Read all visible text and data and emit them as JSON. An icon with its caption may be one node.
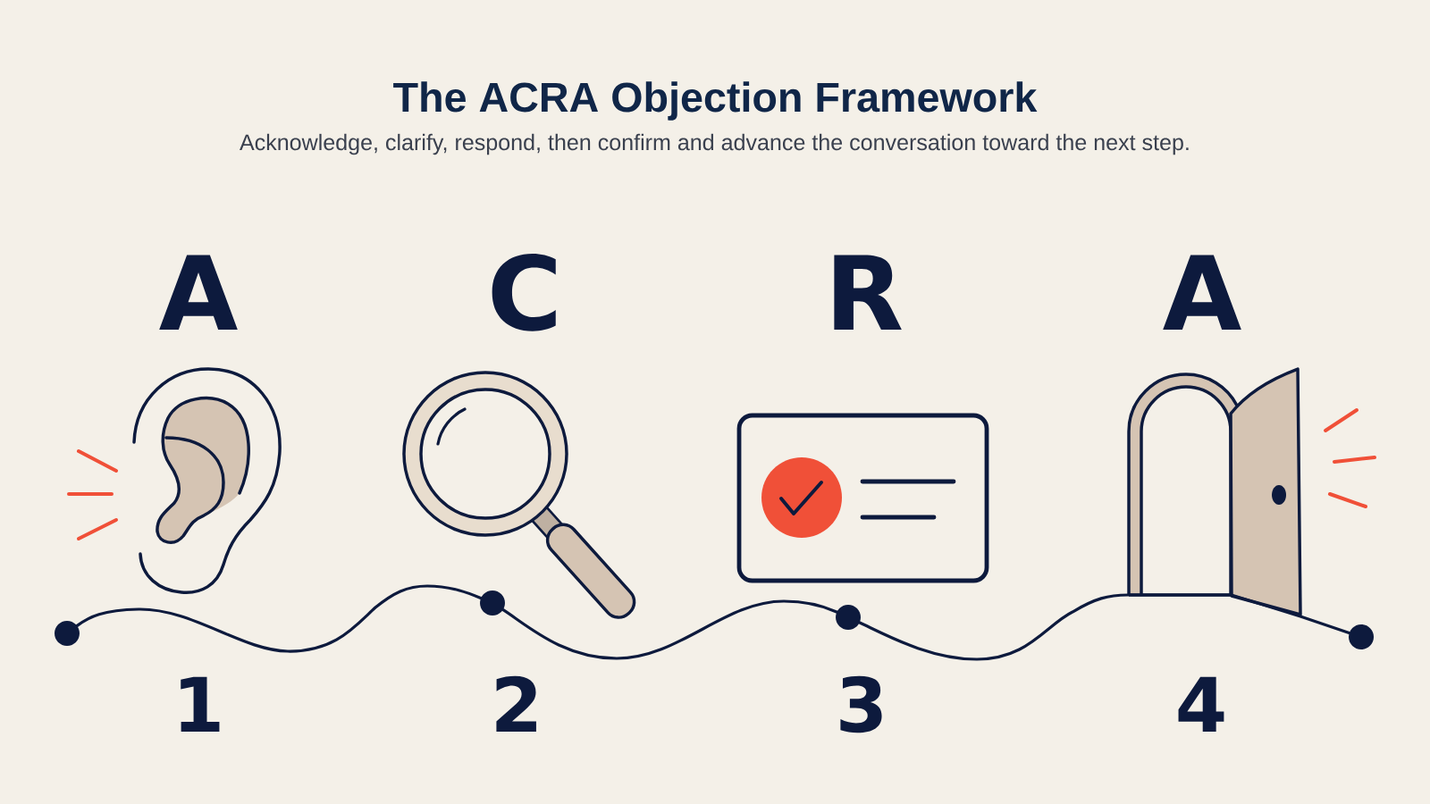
{
  "diagram": {
    "title": "The ACRA Objection Framework",
    "caption": "Acknowledge, clarify, respond, then confirm and advance the conversation toward the next step.",
    "nodes": [
      {
        "text": [],
        "shape": "circle"
      },
      {
        "text": [],
        "shape": "circle"
      },
      {
        "text": [],
        "shape": "circle"
      },
      {
        "text": [],
        "shape": "circle"
      }
    ],
    "edges": [
      {
        "from": 0,
        "to": 1,
        "arrow": "none"
      },
      {
        "from": 1,
        "to": 2,
        "arrow": "none"
      },
      {
        "from": 2,
        "to": 3,
        "arrow": "none"
      }
    ],
    "labels": [
      "A",
      "C",
      "R",
      "A",
      "1",
      "2",
      "3",
      "4"
    ]
  }
}
